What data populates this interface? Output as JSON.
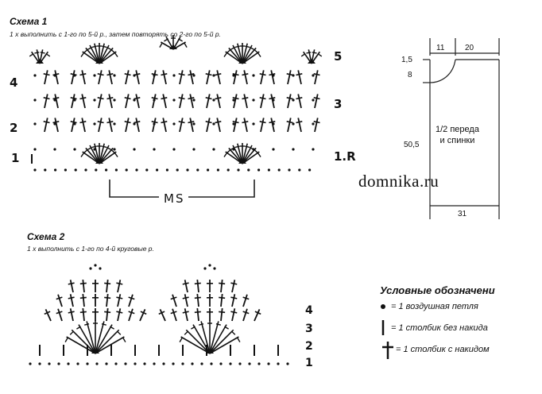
{
  "scheme1": {
    "title": "Схема 1",
    "note": "1 х выполнить с 1-го по 5-й р., затем повторять со 2-го по 5-й р.",
    "row_labels_right": [
      "5",
      "3",
      "1.R"
    ],
    "row_labels_left": [
      "4",
      "2",
      "1"
    ],
    "repeat_label": "MS"
  },
  "scheme2": {
    "title": "Схема 2",
    "note": "1 х выполнить с 1-го по 4-й круговые р.",
    "row_labels": [
      "4",
      "3",
      "2",
      "1"
    ]
  },
  "pattern_pieces": {
    "top_widths": [
      "11",
      "20"
    ],
    "left_dims": [
      "1,5",
      "8",
      "50,5"
    ],
    "bottom_width": "31",
    "label": "1/2 переда\nи спинки",
    "label_lines": [
      "1/2 переда",
      "и спинки"
    ]
  },
  "watermark": "domnika.ru",
  "legend": {
    "title": "Условные обозначени",
    "items": [
      {
        "symbol": "dot",
        "text": "= 1 воздушная петля"
      },
      {
        "symbol": "bar",
        "text": "= 1 столбик без накида"
      },
      {
        "symbol": "cross",
        "text": "= 1 столбик с накидом"
      }
    ]
  }
}
